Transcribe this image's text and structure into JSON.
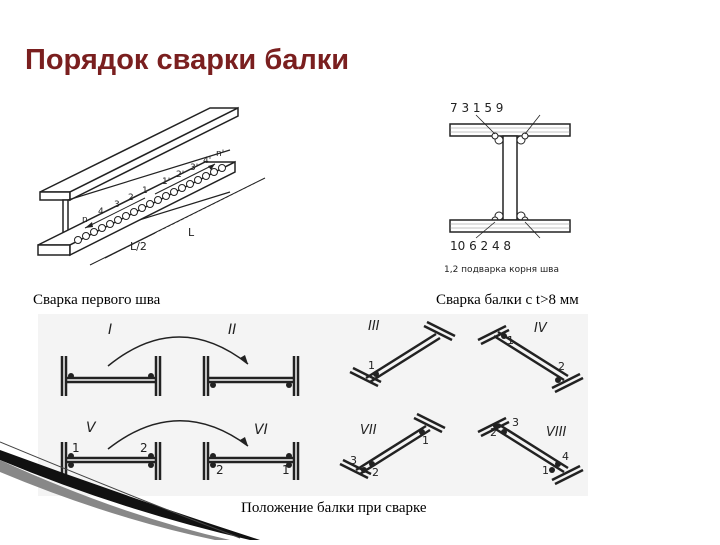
{
  "slide": {
    "title": "Порядок сварки балки"
  },
  "captions": {
    "first_seam": "Сварка первого шва",
    "thick_beam": "Сварка балки с t>8 мм",
    "positions": "Положение балки при сварке"
  },
  "figure_beam_first_seam": {
    "sequence_labels": [
      "n",
      "4",
      "3",
      "2",
      "1",
      "1'",
      "2'",
      "3'",
      "4'",
      "n'"
    ],
    "dim_half": "L/2",
    "dim_full": "L"
  },
  "figure_cross_section": {
    "top_numbers": "7 3 1   5  9",
    "bottom_numbers": "10 6    2 4   8",
    "note": "1,2 подварка корня шва"
  },
  "figure_positions": {
    "roman": [
      "I",
      "II",
      "III",
      "IV",
      "V",
      "VI",
      "VII",
      "VIII"
    ],
    "weld_numbers_row2_left": [
      "1",
      "2"
    ],
    "weld_numbers_row2_right": [
      "2",
      "1"
    ],
    "weld_numbers_III": [
      "1"
    ],
    "weld_numbers_IV": [
      "1",
      "2"
    ],
    "weld_numbers_VII": [
      "3",
      "2",
      "1"
    ],
    "weld_numbers_VIII": [
      "2",
      "3",
      "1",
      "4"
    ]
  },
  "colors": {
    "title": "#7a1f1f",
    "line": "#222222",
    "panel_bg": "#f4f4f4"
  }
}
